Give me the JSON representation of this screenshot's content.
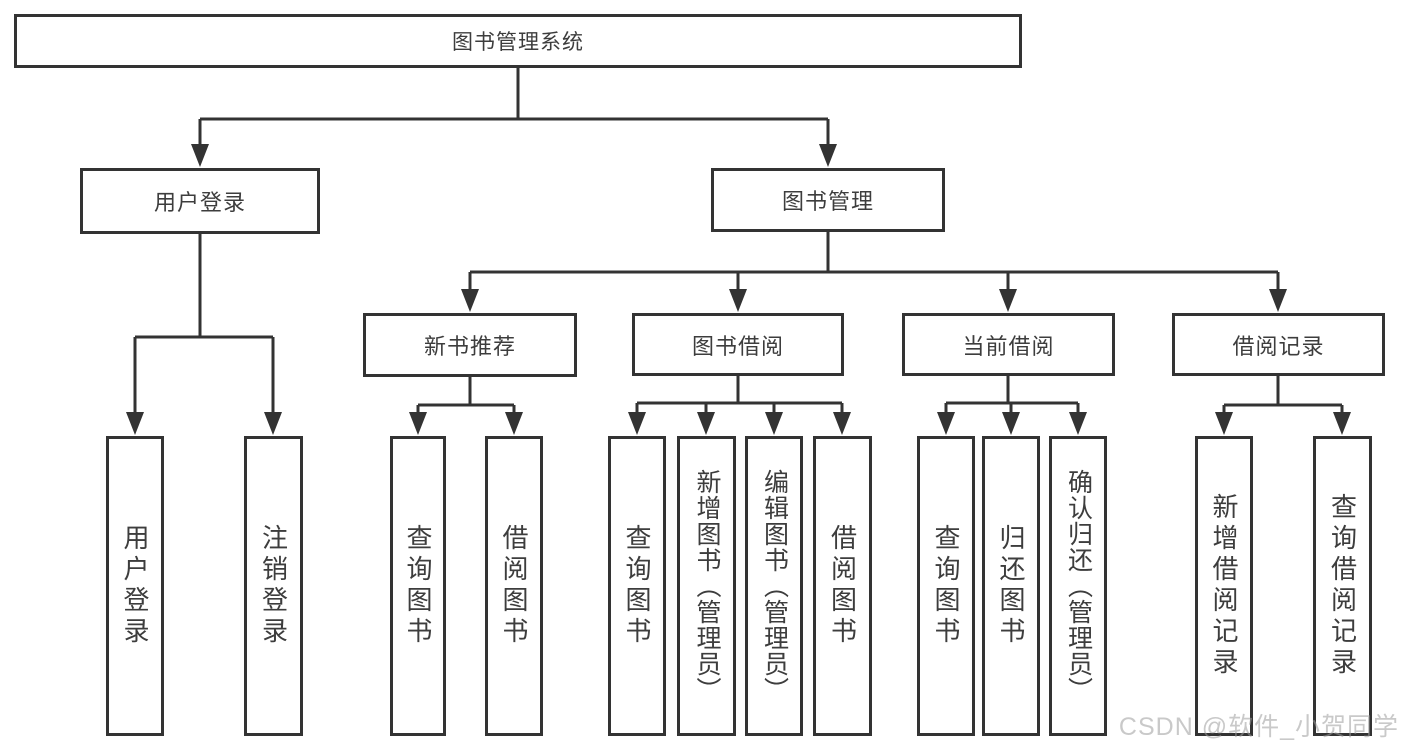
{
  "tree": {
    "label": "图书管理系统",
    "children": [
      {
        "label": "用户登录",
        "children": [
          {
            "label": "用户登录"
          },
          {
            "label": "注销登录"
          }
        ]
      },
      {
        "label": "图书管理",
        "children": [
          {
            "label": "新书推荐",
            "children": [
              {
                "label": "查询图书"
              },
              {
                "label": "借阅图书"
              }
            ]
          },
          {
            "label": "图书借阅",
            "children": [
              {
                "label": "查询图书"
              },
              {
                "label": "新增图书（管理员）"
              },
              {
                "label": "编辑图书（管理员）"
              },
              {
                "label": "借阅图书"
              }
            ]
          },
          {
            "label": "当前借阅",
            "children": [
              {
                "label": "查询图书"
              },
              {
                "label": "归还图书"
              },
              {
                "label": "确认归还（管理员）"
              }
            ]
          },
          {
            "label": "借阅记录",
            "children": [
              {
                "label": "新增借阅记录"
              },
              {
                "label": "查询借阅记录"
              }
            ]
          }
        ]
      }
    ]
  },
  "watermark": {
    "text": "CSDN @软件_小贺同学"
  },
  "colors": {
    "line": "#333333",
    "box_border": "#333333",
    "text": "#3d3d3d",
    "watermark": "#9d9d9d",
    "background": "#ffffff"
  }
}
